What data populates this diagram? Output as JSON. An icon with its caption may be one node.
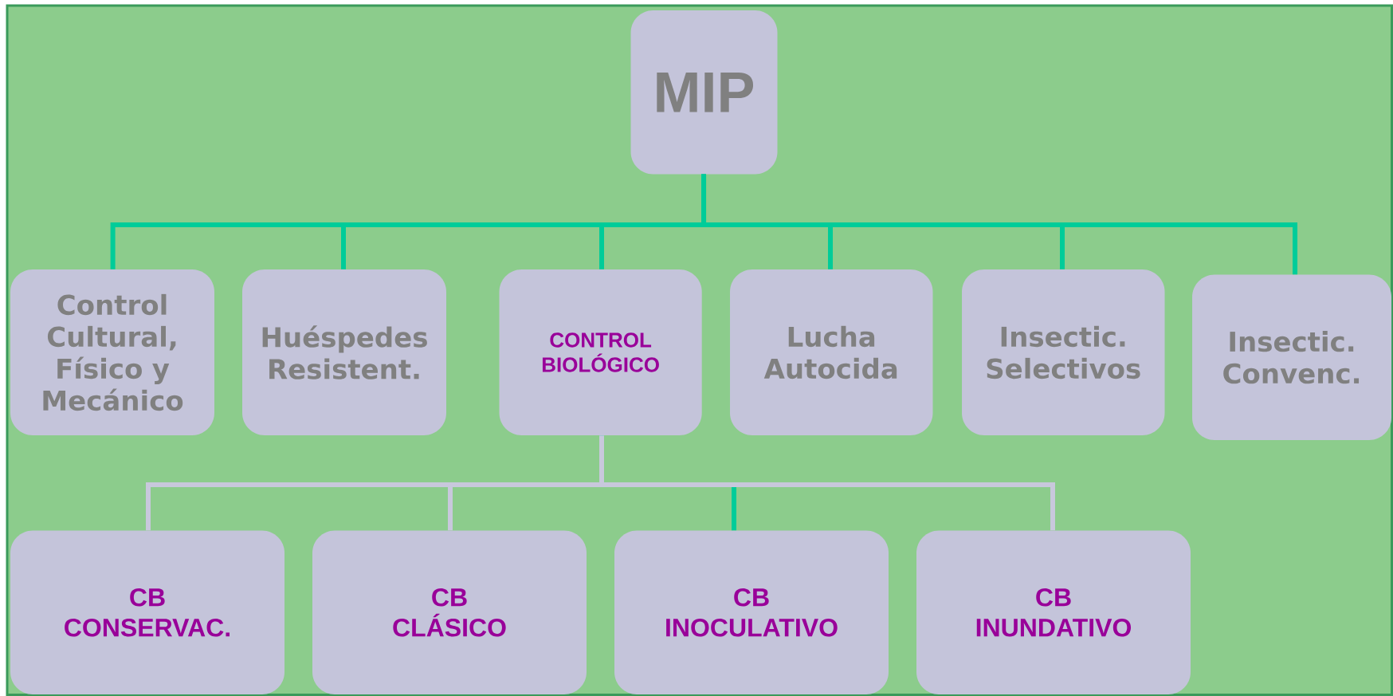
{
  "diagram": {
    "nodes": [
      {
        "text": [
          "MIP"
        ]
      },
      {
        "text": [
          "Control Cultural, Físico y Mecánico"
        ]
      },
      {
        "text": [
          "Huéspedes Resistent."
        ]
      },
      {
        "text": [
          "CONTROL BIOLÓGICO"
        ]
      },
      {
        "text": [
          "Lucha Autocida"
        ]
      },
      {
        "text": [
          "Insectic. Selectivos"
        ]
      },
      {
        "text": [
          "Insectic. Convenc."
        ]
      },
      {
        "text": [
          "CB CONSERVAC."
        ]
      },
      {
        "text": [
          "CB CLÁSICO"
        ]
      },
      {
        "text": [
          "CB INOCULATIVO"
        ]
      },
      {
        "text": [
          "CB INUNDATIVO"
        ]
      }
    ],
    "edges": [
      {
        "from": 0,
        "to": 1,
        "arrow": "none"
      },
      {
        "from": 0,
        "to": 2,
        "arrow": "none"
      },
      {
        "from": 0,
        "to": 3,
        "arrow": "none"
      },
      {
        "from": 0,
        "to": 4,
        "arrow": "none"
      },
      {
        "from": 0,
        "to": 5,
        "arrow": "none"
      },
      {
        "from": 0,
        "to": 6,
        "arrow": "none"
      },
      {
        "from": 3,
        "to": 7,
        "arrow": "none",
        "color": "#c8c8dc"
      },
      {
        "from": 3,
        "to": 8,
        "arrow": "none",
        "color": "#c8c8dc"
      },
      {
        "from": 3,
        "to": 9,
        "arrow": "none"
      },
      {
        "from": 3,
        "to": 10,
        "arrow": "none",
        "color": "#c8c8dc"
      }
    ]
  }
}
